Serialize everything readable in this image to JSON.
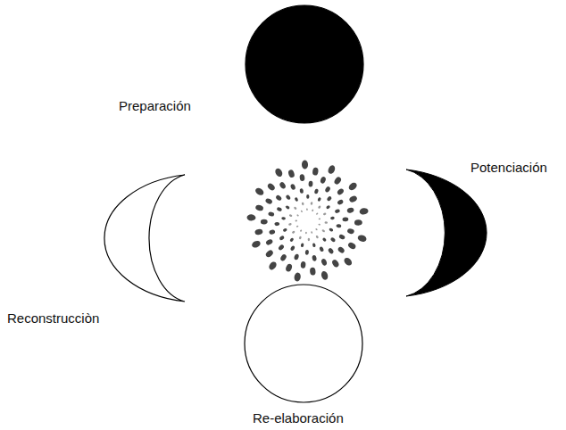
{
  "diagram": {
    "nodes": [
      {
        "text": [
          "Preparación"
        ]
      },
      {
        "text": [
          "Potenciación"
        ]
      },
      {
        "text": [
          "Reconstrucciòn"
        ]
      },
      {
        "text": [
          "Re-elaboración"
        ]
      }
    ]
  }
}
